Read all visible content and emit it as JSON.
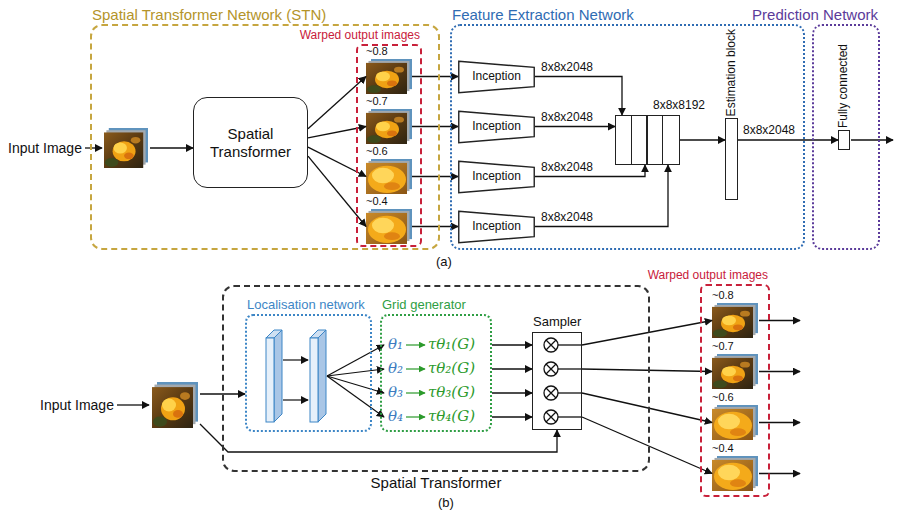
{
  "diagram": {
    "nodes": [
      {
        "text": [
          "Input Image"
        ]
      },
      {
        "text": [
          "Spatial Transformer Network (STN)"
        ]
      },
      {
        "text": [
          "Spatial Transformer"
        ],
        "in": 1
      },
      {
        "text": [
          "Warped output images"
        ],
        "in": 1
      },
      {
        "text": [
          "~0.8"
        ],
        "in": 3
      },
      {
        "text": [
          "~0.7"
        ],
        "in": 3
      },
      {
        "text": [
          "~0.6"
        ],
        "in": 3
      },
      {
        "text": [
          "~0.4"
        ],
        "in": 3
      },
      {
        "text": [
          "Feature Extraction Network"
        ]
      },
      {
        "text": [
          "Inception"
        ],
        "in": 8
      },
      {
        "text": [
          "Inception"
        ],
        "in": 8
      },
      {
        "text": [
          "Inception"
        ],
        "in": 8
      },
      {
        "text": [
          "Inception"
        ],
        "in": 8
      },
      {
        "text": [
          "8x8x8192"
        ],
        "in": 8
      },
      {
        "text": [
          "Estimation block"
        ],
        "in": 8
      },
      {
        "text": [
          "Prediction Network"
        ]
      },
      {
        "text": [
          "Fully connected"
        ],
        "in": 15
      },
      {
        "text": [
          "Input Image"
        ]
      },
      {
        "text": [
          "Spatial Transformer"
        ]
      },
      {
        "text": [
          "Localisation network"
        ],
        "in": 18
      },
      {
        "text": [
          "Grid generator"
        ],
        "in": 18
      },
      {
        "text": [
          "Sampler"
        ],
        "in": 18
      },
      {
        "text": [
          "Warped output images"
        ]
      },
      {
        "text": [
          "~0.8"
        ],
        "in": 22
      },
      {
        "text": [
          "~0.7"
        ],
        "in": 22
      },
      {
        "text": [
          "~0.6"
        ],
        "in": 22
      },
      {
        "text": [
          "~0.4"
        ],
        "in": 22
      }
    ],
    "edges": [
      {
        "from": 0,
        "to": 2,
        "arrow": "to"
      },
      {
        "from": 2,
        "to": 4,
        "arrow": "to"
      },
      {
        "from": 2,
        "to": 5,
        "arrow": "to"
      },
      {
        "from": 2,
        "to": 6,
        "arrow": "to"
      },
      {
        "from": 2,
        "to": 7,
        "arrow": "to"
      },
      {
        "from": 4,
        "to": 9,
        "arrow": "to"
      },
      {
        "from": 5,
        "to": 10,
        "arrow": "to"
      },
      {
        "from": 6,
        "to": 11,
        "arrow": "to"
      },
      {
        "from": 7,
        "to": 12,
        "arrow": "to"
      },
      {
        "from": 9,
        "to": 13,
        "label": "8x8x2048",
        "arrow": "to"
      },
      {
        "from": 10,
        "to": 13,
        "label": "8x8x2048",
        "arrow": "to"
      },
      {
        "from": 11,
        "to": 13,
        "label": "8x8x2048",
        "arrow": "to"
      },
      {
        "from": 12,
        "to": 13,
        "label": "8x8x2048",
        "arrow": "to"
      },
      {
        "from": 13,
        "to": 14,
        "arrow": "to"
      },
      {
        "from": 14,
        "to": 16,
        "label": "8x8x2048",
        "arrow": "to"
      },
      {
        "from": 17,
        "to": 19,
        "arrow": "to"
      },
      {
        "from": 17,
        "to": 21,
        "arrow": "to"
      },
      {
        "from": 20,
        "to": 21,
        "arrow": "to"
      },
      {
        "from": 20,
        "to": 21,
        "arrow": "to"
      },
      {
        "from": 20,
        "to": 21,
        "arrow": "to"
      },
      {
        "from": 20,
        "to": 21,
        "arrow": "to"
      },
      {
        "from": 21,
        "to": 23,
        "arrow": "to"
      },
      {
        "from": 21,
        "to": 24,
        "arrow": "to"
      },
      {
        "from": 21,
        "to": 25,
        "arrow": "to"
      },
      {
        "from": 21,
        "to": 26,
        "arrow": "to"
      }
    ],
    "labels": [
      "(a)",
      "θ₁",
      "τθ₁(G)",
      "θ₂",
      "τθ₂(G)",
      "θ₃",
      "τθ₃(G)",
      "θ₄",
      "τθ₄(G)",
      "(b)"
    ]
  }
}
